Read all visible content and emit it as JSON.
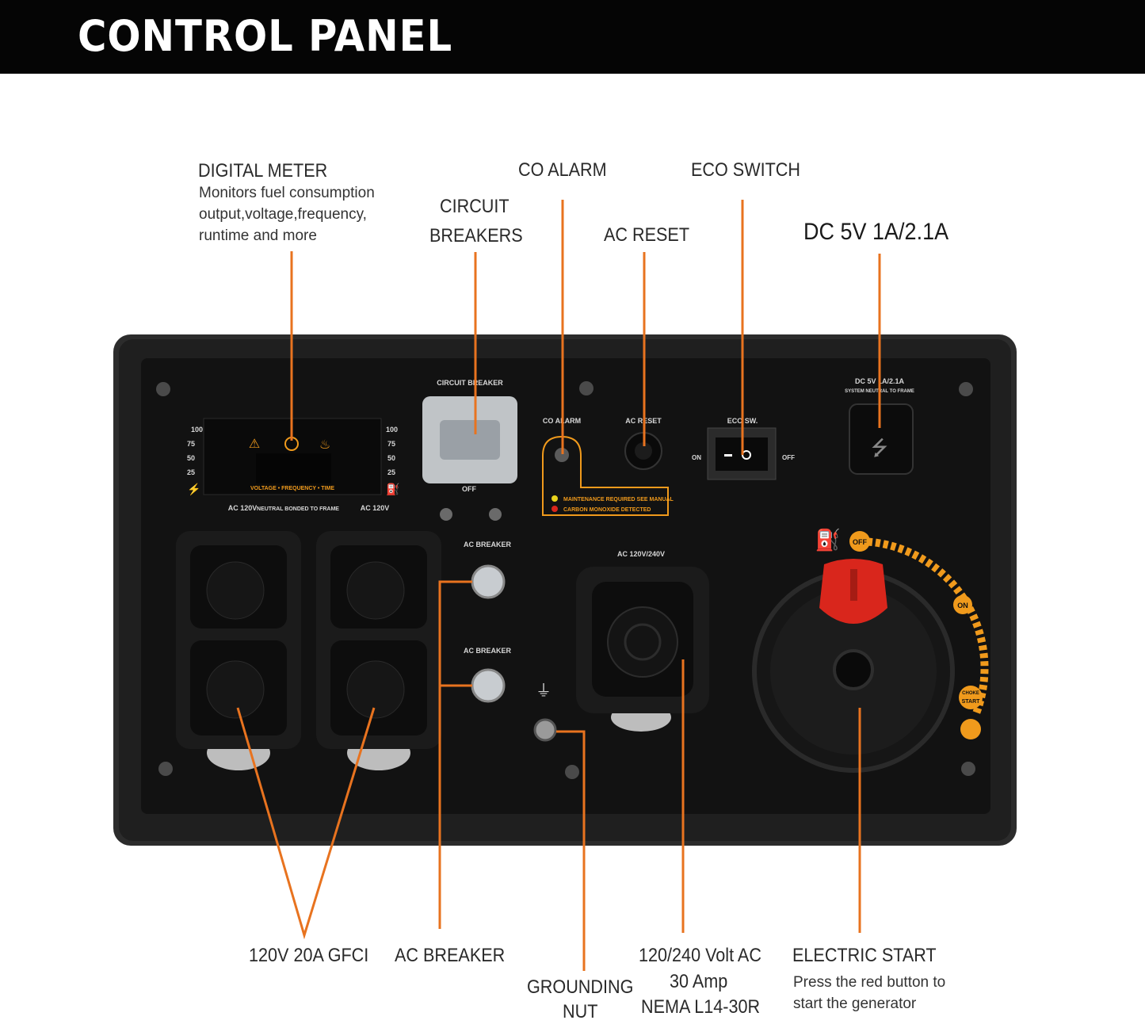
{
  "header": {
    "title": "CONTROL PANEL"
  },
  "callouts": {
    "digital_meter": {
      "title": "DIGITAL METER",
      "desc": [
        "Monitors fuel consumption",
        "output,voltage,frequency,",
        "runtime and more"
      ]
    },
    "circuit_breakers": [
      "CIRCUIT",
      "BREAKERS"
    ],
    "co_alarm": "CO ALARM",
    "ac_reset": "AC RESET",
    "eco_switch": "ECO SWITCH",
    "dc_usb": "DC 5V 1A/2.1A",
    "gfci": "120V 20A GFCI",
    "ac_breaker": "AC BREAKER",
    "grounding_nut": [
      "GROUNDING",
      "NUT"
    ],
    "outlet_240": [
      "120/240 Volt AC",
      "30 Amp",
      "NEMA L14-30R"
    ],
    "electric_start": {
      "title": "ELECTRIC START",
      "desc": [
        "Press the red button to",
        "start the generator"
      ]
    }
  },
  "panel_labels": {
    "circuit_breaker": "CIRCUIT BREAKER",
    "off": "OFF",
    "co_alarm": "CO ALARM",
    "ac_reset": "AC RESET",
    "eco_sw": "ECO SW.",
    "on": "ON",
    "eco_off": "OFF",
    "dc_usb": "DC 5V 1A/2.1A",
    "dc_sub": "SYSTEM NEUTRAL TO FRAME",
    "maintenance": "MAINTENANCE REQUIRED SEE MANUAL",
    "carbon": "CARBON MONOXIDE DETECTED",
    "meter_left": [
      "100",
      "75",
      "50",
      "25"
    ],
    "meter_right": [
      "100",
      "75",
      "50",
      "25"
    ],
    "meter_strip": "VOLTAGE • FREQUENCY • TIME",
    "ac120_left": "AC 120V",
    "neutral": "NEUTRAL BONDED TO FRAME",
    "ac120_right": "AC 120V",
    "ac_breaker_1": "AC BREAKER",
    "ac_breaker_2": "AC BREAKER",
    "ac_240": "AC 120V/240V",
    "dial_off": "OFF",
    "dial_on": "ON",
    "choke": "CHOKE",
    "start": "START"
  },
  "colors": {
    "accent": "#e8731f",
    "panel": "#151515",
    "frame": "#2a2a2a",
    "start_button": "#d9261c",
    "dial_orange": "#f09a1c"
  }
}
